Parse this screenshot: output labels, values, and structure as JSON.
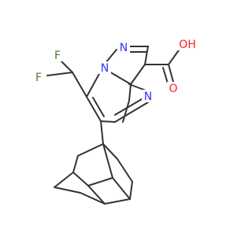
{
  "diagram": {
    "type": "chemical-structure",
    "colors": {
      "carbon_bond": "#333333",
      "nitrogen": "#3333ff",
      "oxygen": "#ff2020",
      "fluorine": "#4a7a2e",
      "background": "#ffffff"
    },
    "atom_labels": {
      "f_upper": "F",
      "f_lower": "F",
      "n_bridge": "N",
      "n_pyrazole": "N",
      "n_pyrimidine": "N",
      "o_hydroxyl": "OH",
      "o_carbonyl": "O"
    }
  }
}
